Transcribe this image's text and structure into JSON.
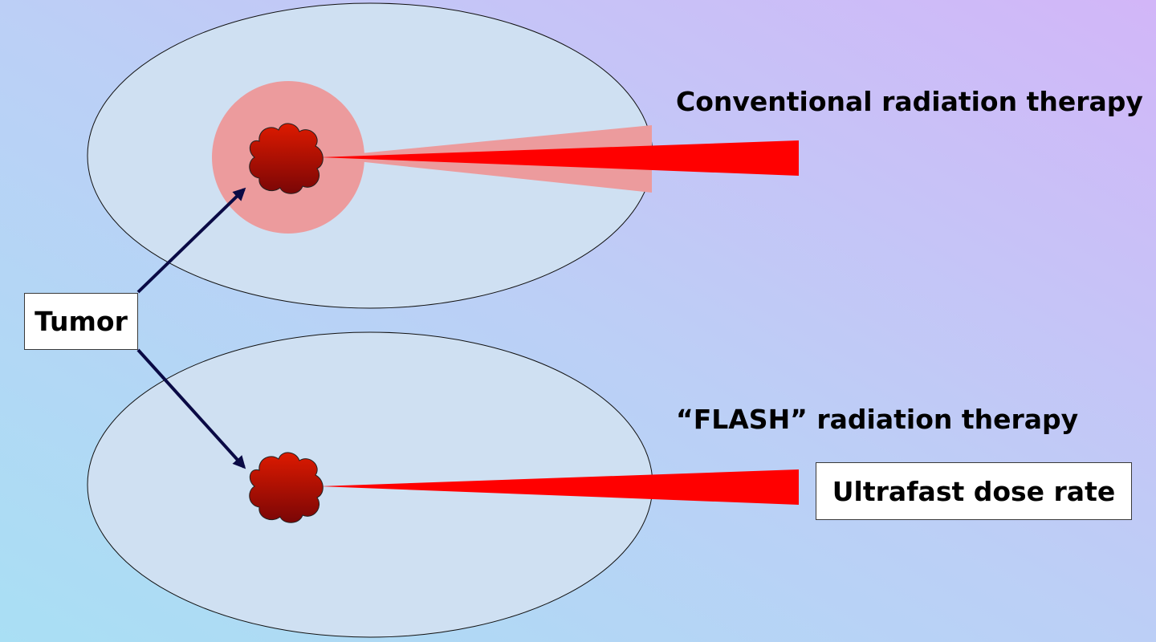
{
  "labels": {
    "conventional": "Conventional radiation therapy",
    "flash": "“FLASH” radiation therapy",
    "tumor": "Tumor",
    "ultrafast": "Ultrafast dose rate"
  },
  "colors": {
    "background_left": "#a9dff4",
    "background_mid": "#bccff6",
    "background_right": "#d2b6f8",
    "body_fill": "#cfe0f2",
    "beam": "#ff0000",
    "dose_halo": "#ec9b9d",
    "tumor_top": "#dd1a00",
    "tumor_bottom": "#7a0606",
    "arrow": "#0a0a45"
  }
}
